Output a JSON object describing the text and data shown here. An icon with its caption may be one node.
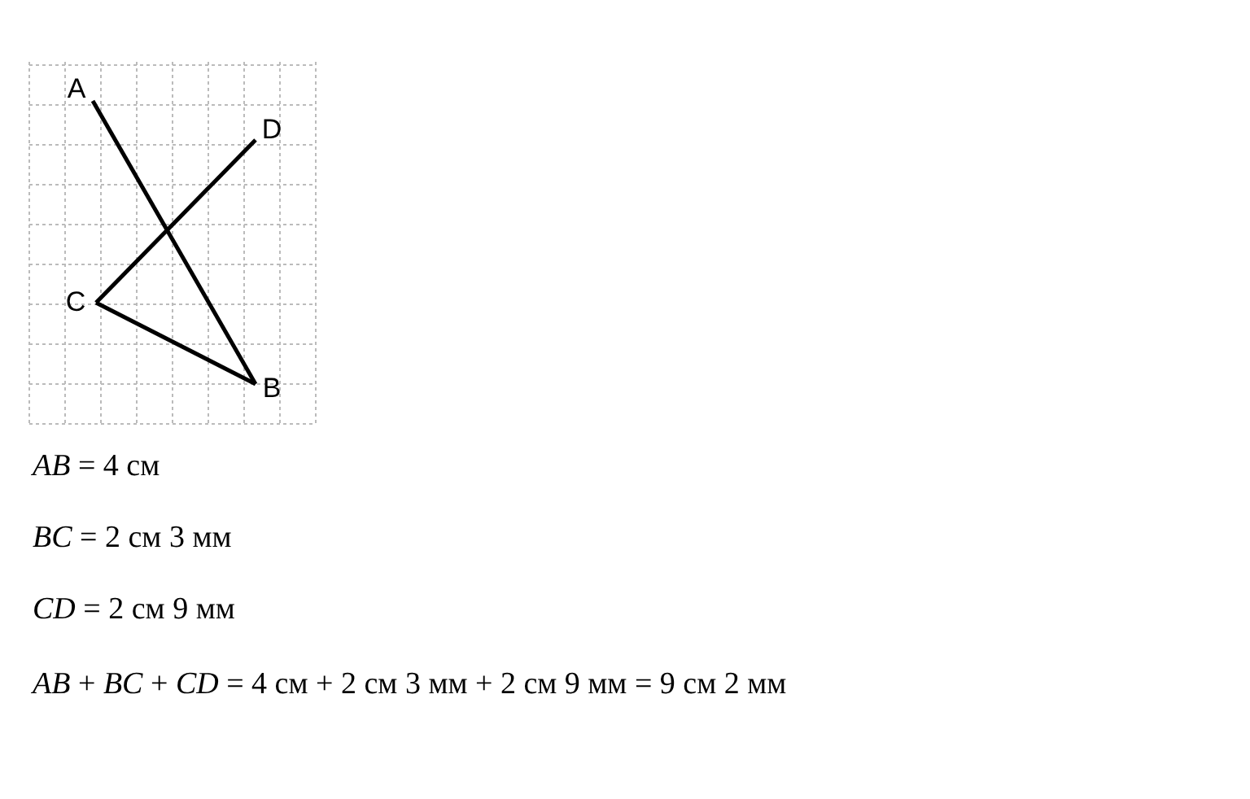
{
  "diagram": {
    "nodes": [
      {
        "text": [
          "A"
        ]
      },
      {
        "text": [
          "D"
        ]
      },
      {
        "text": [
          "C"
        ]
      },
      {
        "text": [
          "B"
        ]
      }
    ],
    "edges": [
      {
        "from": 0,
        "to": 3,
        "arrow": "none"
      },
      {
        "from": 2,
        "to": 1,
        "arrow": "none"
      },
      {
        "from": 2,
        "to": 3,
        "arrow": "none"
      }
    ],
    "labels": [
      "*AB* = 4 см",
      "*BC* = 2 см 3 мм",
      "*CD* = 2 см 9 мм",
      "*AB* + *BC* + *CD* = 4 см + 2 см 3 мм + 2 см 9 мм = 9 см 2 мм"
    ]
  }
}
